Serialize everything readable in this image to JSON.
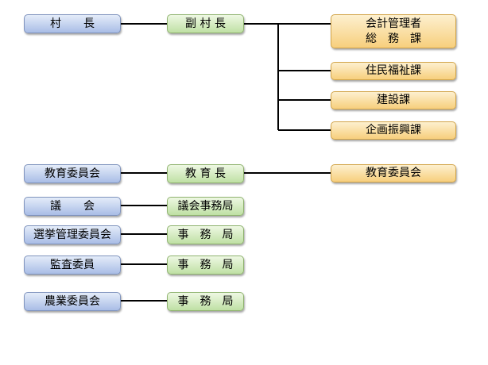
{
  "rows": [
    {
      "level1": "村　　長",
      "level2": "副 村 長"
    },
    {
      "level1": "教育委員会",
      "level2": "教 育 長"
    },
    {
      "level1": "議　　会",
      "level2": "議会事務局"
    },
    {
      "level1": "選挙管理委員会",
      "level2": "事　務　局"
    },
    {
      "level1": "監査委員",
      "level2": "事　務　局"
    },
    {
      "level1": "農業委員会",
      "level2": "事　務　局"
    }
  ],
  "departments": [
    "会計管理者\n総　務　課",
    "住民福祉課",
    "建設課",
    "企画振興課",
    "教育委員会"
  ],
  "colors": {
    "level1": "#a9bde6",
    "level2": "#bfe0a4",
    "department": "#f7cf7d",
    "connector": "#000000"
  }
}
